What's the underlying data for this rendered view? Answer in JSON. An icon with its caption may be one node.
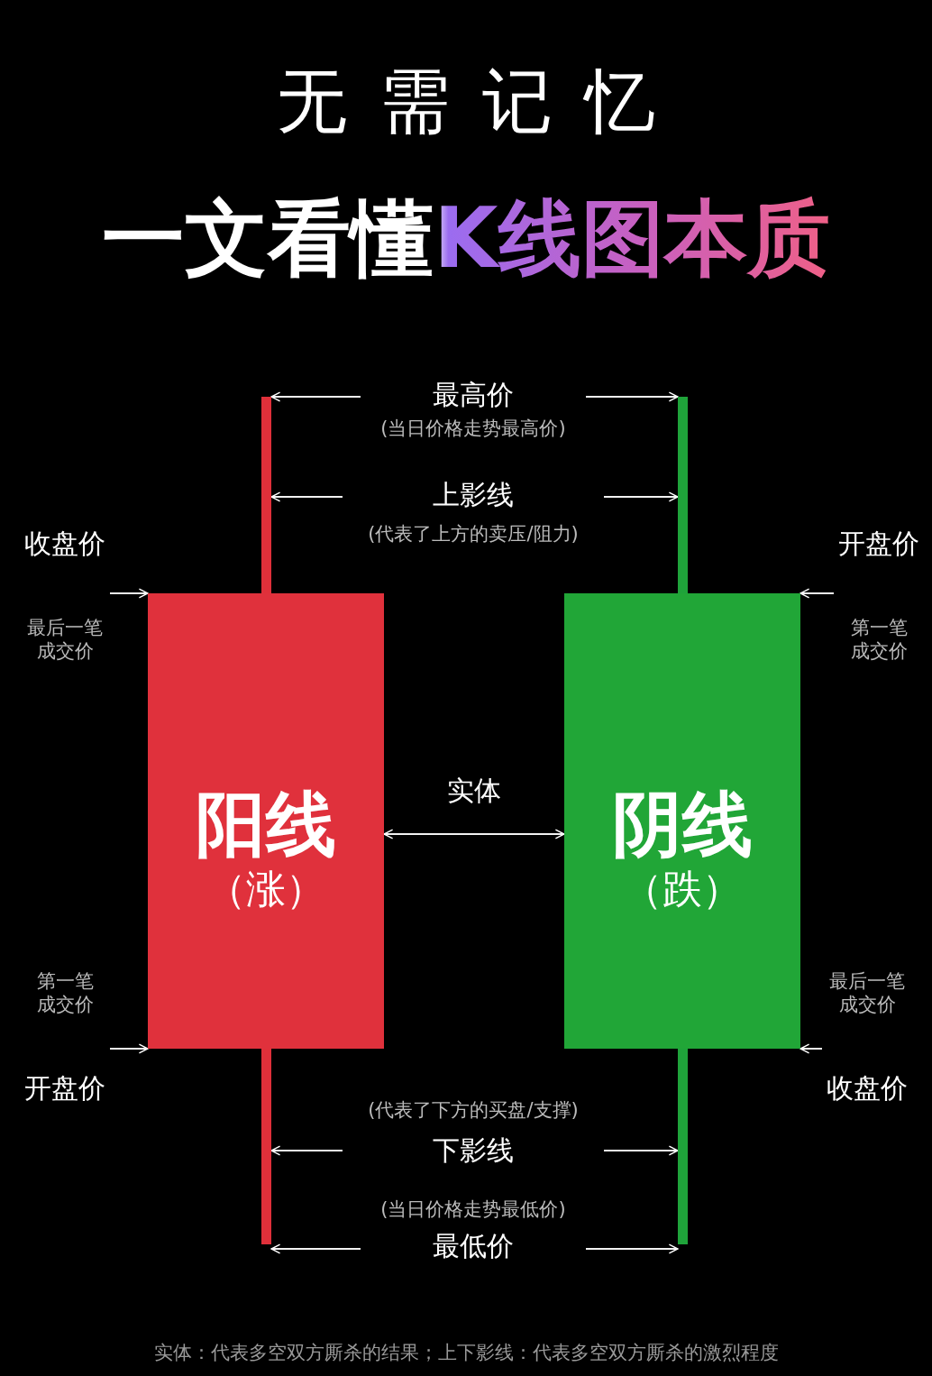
{
  "diagram": {
    "title": "一文看懂K线图本质",
    "caption": "实体：代表多空双方厮杀的结果；上下影线：代表多空双方厮杀的激烈程度",
    "labels": [
      "无需记忆"
    ],
    "nodes": [
      {
        "text": [],
        "shape": "bar"
      },
      {
        "text": [
          "阳线",
          "（涨）"
        ]
      },
      {
        "text": [],
        "shape": "bar"
      },
      {
        "text": [],
        "shape": "bar"
      },
      {
        "text": [
          "阴线",
          "（跌）"
        ]
      },
      {
        "text": [],
        "shape": "bar"
      },
      {
        "text": [
          "最高价",
          "(当日价格走势最高价)"
        ]
      },
      {
        "text": [
          "上影线",
          "(代表了上方的卖压/阻力)"
        ]
      },
      {
        "text": [
          "收盘价",
          "最后一笔成交价"
        ]
      },
      {
        "text": [
          "开盘价",
          "第一笔成交价"
        ]
      },
      {
        "text": [
          "第一笔成交价",
          "开盘价"
        ]
      },
      {
        "text": [
          "最后一笔成交价",
          "收盘价"
        ]
      },
      {
        "text": [
          "(代表了下方的买盘/支撑)",
          "下影线"
        ]
      },
      {
        "text": [
          "(当日价格走势最低价)",
          "最低价"
        ]
      }
    ],
    "edges": [
      {
        "from": 6,
        "to": 0,
        "arrow": "to"
      },
      {
        "from": 6,
        "to": 3,
        "arrow": "to"
      },
      {
        "from": 7,
        "to": 0,
        "arrow": "to"
      },
      {
        "from": 7,
        "to": 3,
        "arrow": "to"
      },
      {
        "from": 8,
        "to": 1,
        "arrow": "to"
      },
      {
        "from": 9,
        "to": 4,
        "arrow": "to"
      },
      {
        "from": 1,
        "to": 4,
        "arrow": "both",
        "label": "实体"
      },
      {
        "from": 10,
        "to": 1,
        "arrow": "to"
      },
      {
        "from": 11,
        "to": 4,
        "arrow": "to"
      },
      {
        "from": 12,
        "to": 2,
        "arrow": "to"
      },
      {
        "from": 12,
        "to": 5,
        "arrow": "to"
      },
      {
        "from": 13,
        "to": 2,
        "arrow": "to"
      },
      {
        "from": 13,
        "to": 5,
        "arrow": "to"
      }
    ]
  }
}
